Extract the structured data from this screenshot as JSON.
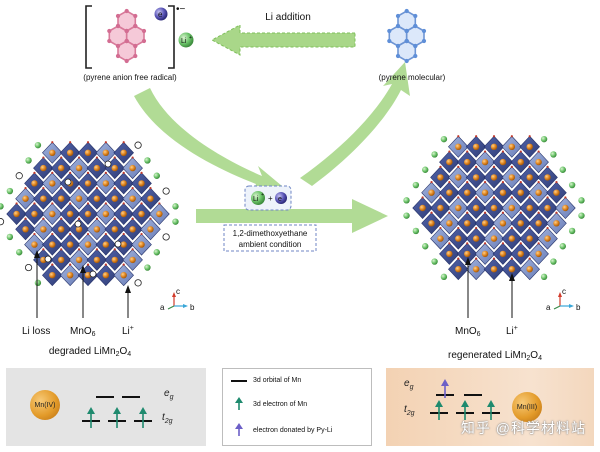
{
  "top": {
    "anion_caption": "(pyrene anion free radical)",
    "anion_charge": "•−",
    "li_addition": "Li addition",
    "molecule_caption": "(pyrene molecular)",
    "electron_symbol": "e",
    "li_ion_symbol": "Li",
    "li_plus": "+"
  },
  "center": {
    "plus": "+",
    "condition_line1": "1,2-dimethoxyethane",
    "condition_line2": "ambient condition"
  },
  "left_crystal": {
    "label_li_loss": "Li loss",
    "label_mno6": "MnO",
    "label_mno6_sub": "6",
    "label_li": "Li",
    "label_li_sup": "+",
    "title_prefix": "degraded LiMn",
    "title_sub1": "2",
    "title_mid": "O",
    "title_sub2": "4",
    "axis_c": "c",
    "axis_a": "a",
    "axis_b": "b"
  },
  "right_crystal": {
    "label_mno6": "MnO",
    "label_mno6_sub": "6",
    "label_li": "Li",
    "label_li_sup": "+",
    "title_prefix": "regenerated LiMn",
    "title_sub1": "2",
    "title_mid": "O",
    "title_sub2": "4",
    "axis_c": "c",
    "axis_a": "a",
    "axis_b": "b"
  },
  "bottom": {
    "left_ion": "Mn(IV)",
    "right_ion": "Mn(III)",
    "eg": "e",
    "eg_sub": "g",
    "t2g": "t",
    "t2g_sub": "2g",
    "legend_orbital": "3d orbital of Mn",
    "legend_electron": "3d electron of Mn",
    "legend_donated": "electron donated by Py-Li",
    "watermark": "知乎 @科学材料站"
  },
  "colors": {
    "octa_dark": "#2f3f86",
    "octa_light": "#6e83bd",
    "li_ball": "#6cc46a",
    "mn_ball": "#e0851f",
    "arrow_green": "#a9d789",
    "pyrene_pink": "#e79ab4",
    "pyrene_blue": "#8fb3e6",
    "electron_up": "#1e8a6e",
    "electron_donated": "#6c5fc7"
  }
}
